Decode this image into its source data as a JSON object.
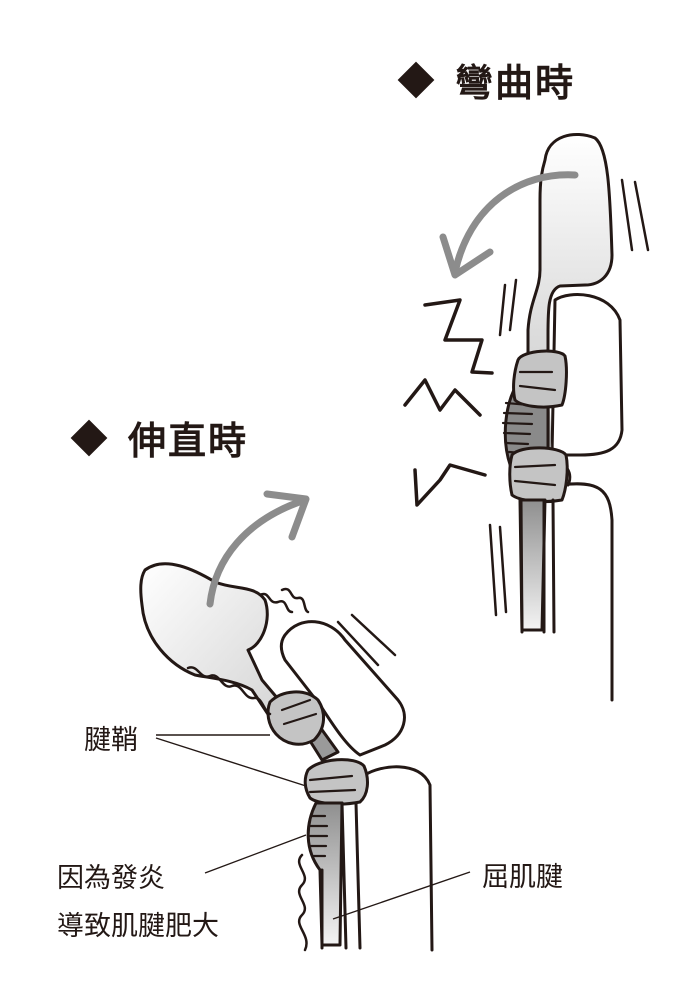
{
  "headings": {
    "flexed": {
      "marker": "diamond",
      "text": "彎曲時"
    },
    "extended": {
      "marker": "diamond",
      "text": "伸直時"
    }
  },
  "labels": {
    "tendon_sheath": "腱鞘",
    "inflammation_line1": "因為發炎",
    "inflammation_line2": "導致肌腱肥大",
    "flexor_tendon": "屈肌腱"
  },
  "colors": {
    "ink": "#231815",
    "arrow_gray": "#8c8c8c",
    "sheath_gray": "#c4c4c4",
    "tendon_gray": "#9a9a9a",
    "swollen_tendon": "#8a8a8a"
  },
  "figures": [
    {
      "name": "finger-flexed",
      "arrow_direction": "counterclockwise-down",
      "pain_marks": 3
    },
    {
      "name": "finger-extended",
      "arrow_direction": "clockwise-up"
    }
  ]
}
